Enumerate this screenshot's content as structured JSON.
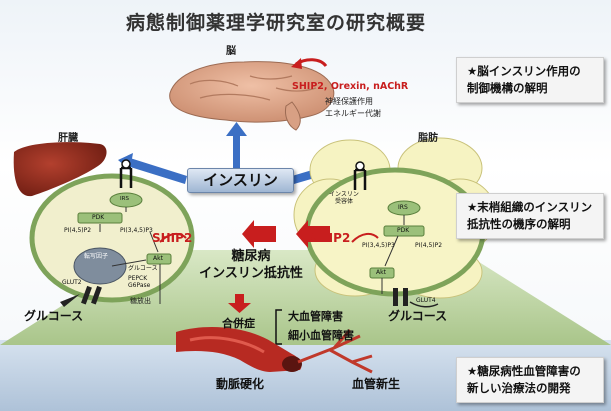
{
  "title": "病態制御薬理学研究室の研究概要",
  "brain": {
    "label": "脳",
    "factors": "SHIP2, Orexin, nAChR",
    "effects": [
      "神経保護作用",
      "エネルギー代謝"
    ]
  },
  "insulin_label": "インスリン",
  "liver": {
    "label": "肝臓",
    "nodes": {
      "irs": "IRS",
      "pdk": "PDK",
      "pip2": "PI(4,5)P2",
      "pip3": "PI(3,4,5)P3",
      "akt": "Akt",
      "nucleus": "転写因子",
      "gluconeo": "グルコース",
      "enzymes": "PEPCK G6Pase",
      "glut": "GLUT2",
      "release": "糖放出"
    },
    "glucose": "グルコース",
    "ship2": "SHIP2"
  },
  "fat": {
    "label": "脂肪",
    "nodes": {
      "receptor": "インスリン 受容体",
      "irs": "IRS",
      "pdk": "PDK",
      "pip3": "PI(3,4,5)P3",
      "pip2": "PI(4,5)P2",
      "akt": "Akt",
      "glut": "GLUT4"
    },
    "glucose": "グルコース",
    "ship2": "SHIP2"
  },
  "center": {
    "disease": [
      "糖尿病",
      "インスリン抵抗性"
    ],
    "complication": "合併症",
    "vascular": [
      "大血管障害",
      "細小血管障害"
    ]
  },
  "vessel": {
    "atherosclerosis": "動脈硬化",
    "angiogenesis": "血管新生"
  },
  "side_boxes": [
    {
      "lines": [
        "★脳インスリン作用の",
        "制御機構の解明"
      ]
    },
    {
      "lines": [
        "★末梢組織のインスリン",
        "抵抗性の機序の解明"
      ]
    },
    {
      "lines": [
        "★糖尿病性血管障害の",
        "新しい治療法の開発"
      ]
    }
  ],
  "colors": {
    "arrow_red": "#c81e1e",
    "arrow_blue": "#3b6fc4",
    "cell_green": "#7ea35a"
  }
}
